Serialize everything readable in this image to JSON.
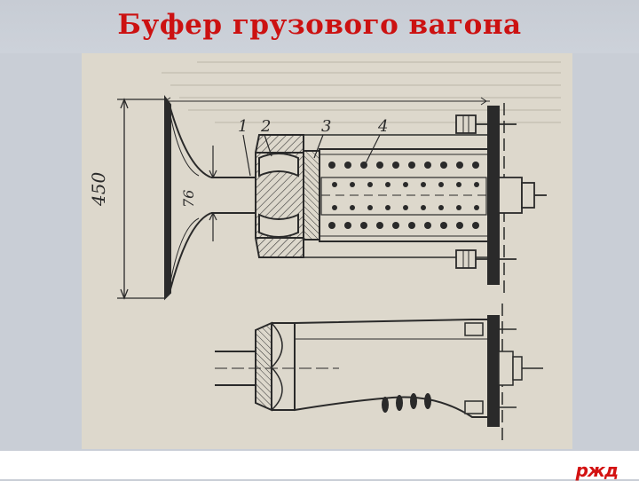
{
  "slide": {
    "title": "Буфер грузового вагона"
  },
  "diagram": {
    "callouts": [
      "1",
      "2",
      "3",
      "4"
    ],
    "dimensions": {
      "height": "450",
      "stem": "76"
    }
  },
  "logo": {
    "text": "ржд"
  },
  "colors": {
    "title": "#cc1111",
    "logo": "#d31212",
    "paper": "#ddd8cc",
    "ink": "#2a2a2a"
  }
}
